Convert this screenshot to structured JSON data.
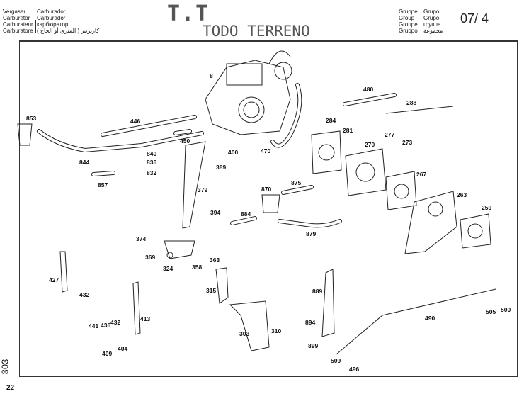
{
  "header": {
    "languages_left": [
      "Vergaser",
      "Carburetor",
      "Carburateur",
      "Carburatore"
    ],
    "values_left": [
      "Carburador",
      "Carburador",
      "карбюратор",
      "كاربرتير ( المنري أو الخاخ )"
    ],
    "languages_right": [
      "Gruppe",
      "Group",
      "Groupe",
      "Gruppo"
    ],
    "values_right": [
      "Grupo",
      "Grupo",
      "группа",
      "مجموعة"
    ],
    "group_number": "07/ 4",
    "stamp_tt": "T.T",
    "stamp_terreno": "TODO TERRENO"
  },
  "footer": {
    "side_number": "303",
    "page_number": "22"
  },
  "labels": [
    "853",
    "446",
    "8",
    "480",
    "288",
    "284",
    "281",
    "277",
    "273",
    "270",
    "840",
    "836",
    "832",
    "450",
    "400",
    "389",
    "470",
    "844",
    "857",
    "875",
    "870",
    "267",
    "263",
    "259",
    "379",
    "394",
    "884",
    "879",
    "374",
    "369",
    "324",
    "363",
    "358",
    "427",
    "432",
    "315",
    "889",
    "413",
    "441",
    "436",
    "432",
    "303",
    "310",
    "894",
    "899",
    "505",
    "500",
    "490",
    "409",
    "404",
    "509",
    "496"
  ]
}
